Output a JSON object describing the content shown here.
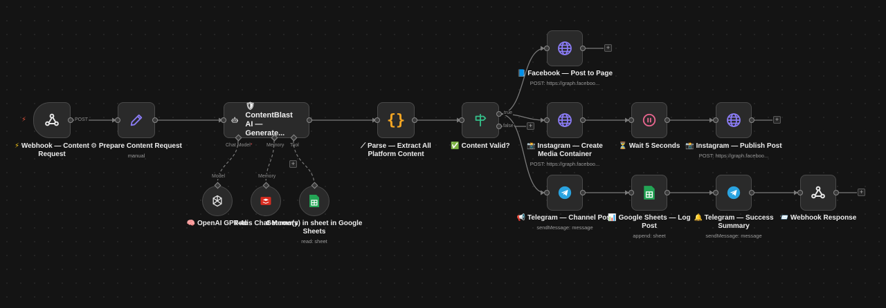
{
  "nodes": {
    "webhook": {
      "name": "Webhook — Content Request",
      "prefix": "⚡"
    },
    "prepare": {
      "name": "Prepare Content Request",
      "prefix": "⚙",
      "sub": "manual"
    },
    "agent": {
      "name": "ContentBlast AI — Generate...",
      "prefix": "🛡"
    },
    "openai": {
      "name": "OpenAI GPT-4o",
      "prefix": "🧠"
    },
    "redis": {
      "name": "Redis Chat Memory"
    },
    "sheetsTool": {
      "name": "Get row(s) in sheet in Google Sheets",
      "sub": "read: sheet"
    },
    "parse": {
      "name": "Parse — Extract All Platform Content",
      "prefix": "⟋"
    },
    "valid": {
      "name": "Content Valid?",
      "prefix": "✅"
    },
    "facebook": {
      "name": "Facebook — Post to Page",
      "prefix": "📘",
      "sub": "POST: https://graph.faceboo..."
    },
    "igCreate": {
      "name": "Instagram — Create Media Container",
      "prefix": "📸",
      "sub": "POST: https://graph.faceboo..."
    },
    "wait": {
      "name": "Wait 5 Seconds",
      "prefix": "⏳"
    },
    "igPublish": {
      "name": "Instagram — Publish Post",
      "prefix": "📸",
      "sub": "POST: https://graph.faceboo..."
    },
    "tgChannel": {
      "name": "Telegram — Channel Post",
      "prefix": "📢",
      "sub": "sendMessage: message"
    },
    "sheetsLog": {
      "name": "Google Sheets — Log Post",
      "prefix": "📊",
      "sub": "append: sheet"
    },
    "tgSummary": {
      "name": "Telegram — Success Summary",
      "prefix": "🔔",
      "sub": "sendMessage: message"
    },
    "response": {
      "name": "Webhook Response",
      "prefix": "📨"
    }
  },
  "edge_labels": {
    "post": "POST",
    "true": "true",
    "false": "false",
    "chat_model": "Chat Model",
    "required_mark": "*",
    "memory": "Memory",
    "tool": "Tool",
    "model_in": "Model",
    "memory_in": "Memory"
  },
  "icons": {
    "trigger_bolt": "lightning-icon",
    "add": "+"
  },
  "colors": {
    "canvas": "#141414",
    "node": "#2a2a2a",
    "globe": "#8b7cf6",
    "pencil": "#7b7cf0",
    "braces": "#f5a623",
    "ifnode": "#35c08a",
    "telegram": "#2aa3e0",
    "sheets": "#23a455",
    "redis": "#d82c20",
    "wait": "#e9668f"
  }
}
